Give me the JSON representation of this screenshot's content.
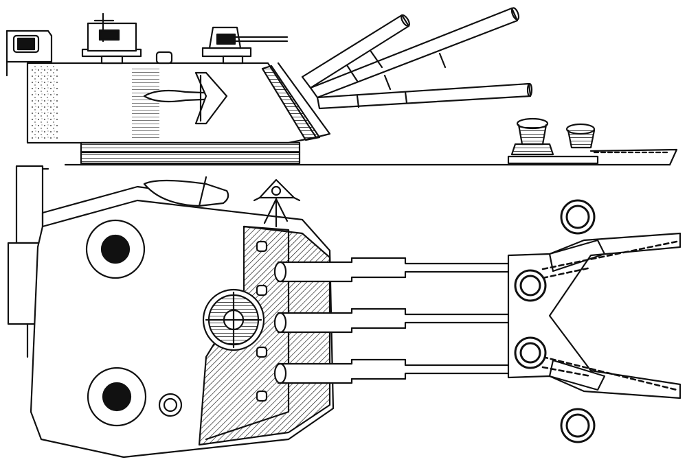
{
  "figure": {
    "style": "black-and-white technical line drawing",
    "ink_color": "#111111",
    "paper_color": "#ffffff",
    "views": [
      "side-elevation",
      "top-plan"
    ]
  },
  "side_view": {
    "guns_count": 3,
    "windlasses_count": 2,
    "icons": [
      "torpedo-icon",
      "rangefinder-icon",
      "sight-icon",
      "windlass-icon"
    ]
  },
  "plan_view": {
    "guns_count": 3,
    "hawse_holes_count": 4,
    "deck_openings_count": 2,
    "icons": [
      "torpedo-icon",
      "compass-rose-icon",
      "hatch-icon",
      "anchor-chain-icon"
    ]
  }
}
